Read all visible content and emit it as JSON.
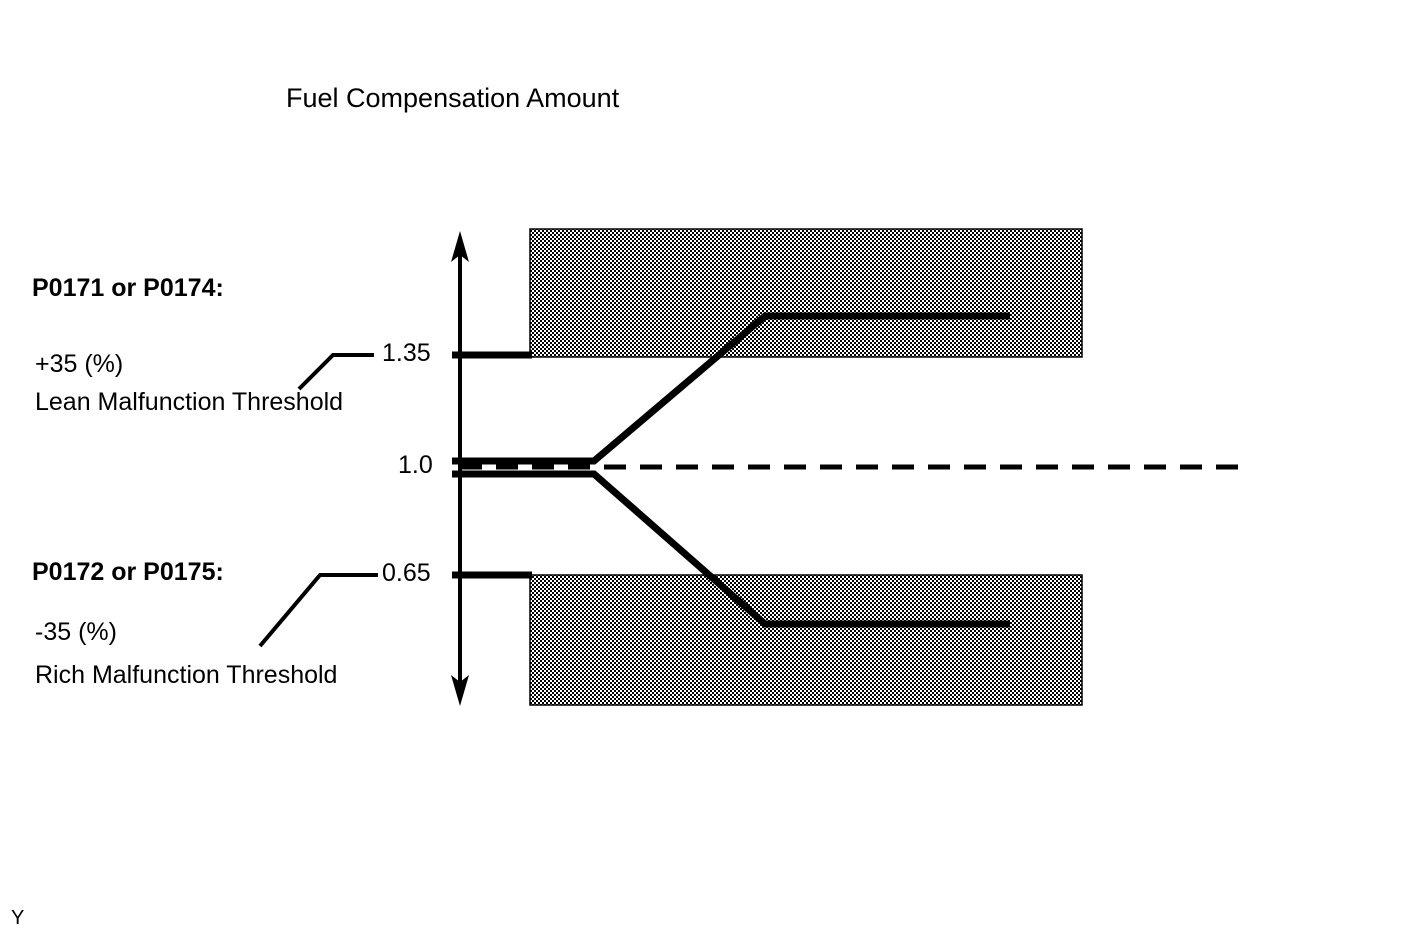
{
  "title": "Fuel Compensation Amount",
  "corner_mark": "Y",
  "annotations": {
    "lean": {
      "code": "P0171 or P0174:",
      "percent": "+35 (%)",
      "description": "Lean Malfunction Threshold"
    },
    "rich": {
      "code": "P0172 or P0175:",
      "percent": "-35 (%)",
      "description": "Rich Malfunction Threshold"
    }
  },
  "axis": {
    "ticks": [
      "1.35",
      "1.0",
      "0.65"
    ],
    "tick_lean": "1.35",
    "tick_nominal": "1.0",
    "tick_rich": "0.65"
  },
  "colors": {
    "ink": "#000000",
    "background": "#ffffff",
    "shade_band": "#9a9a9a"
  },
  "chart_data": {
    "type": "line",
    "title": "Fuel Compensation Amount",
    "xlabel": "",
    "ylabel": "Fuel Compensation Amount",
    "ylim": [
      0.3,
      1.7
    ],
    "grid": false,
    "legend": null,
    "y_ticks": [
      1.35,
      1.0,
      0.65
    ],
    "y_tick_labels": [
      "1.35",
      "1.0",
      "0.65"
    ],
    "reference_line": {
      "label": "1.0",
      "value": 1.0,
      "style": "dashed"
    },
    "malfunction_bands": [
      {
        "name": "Lean malfunction region",
        "y_from": 1.35,
        "y_to": 1.7,
        "fill": "hatched-gray",
        "code": "P0171 or P0174",
        "threshold": 1.35,
        "percent": 35
      },
      {
        "name": "Rich malfunction region",
        "y_from": 0.3,
        "y_to": 0.65,
        "fill": "hatched-gray",
        "code": "P0172 or P0175",
        "threshold": 0.65,
        "percent": -35
      }
    ],
    "series": [
      {
        "name": "Lean fuel compensation trace",
        "points": [
          [
            0.0,
            1.01
          ],
          [
            0.17,
            1.01
          ],
          [
            0.38,
            1.45
          ],
          [
            0.69,
            1.45
          ]
        ]
      },
      {
        "name": "Rich fuel compensation trace",
        "points": [
          [
            0.0,
            0.99
          ],
          [
            0.17,
            0.99
          ],
          [
            0.38,
            0.55
          ],
          [
            0.69,
            0.55
          ]
        ]
      },
      {
        "name": "Stoichiometric reference",
        "points": [
          [
            0.0,
            1.0
          ],
          [
            1.0,
            1.0
          ]
        ],
        "style": "dashed"
      }
    ]
  }
}
